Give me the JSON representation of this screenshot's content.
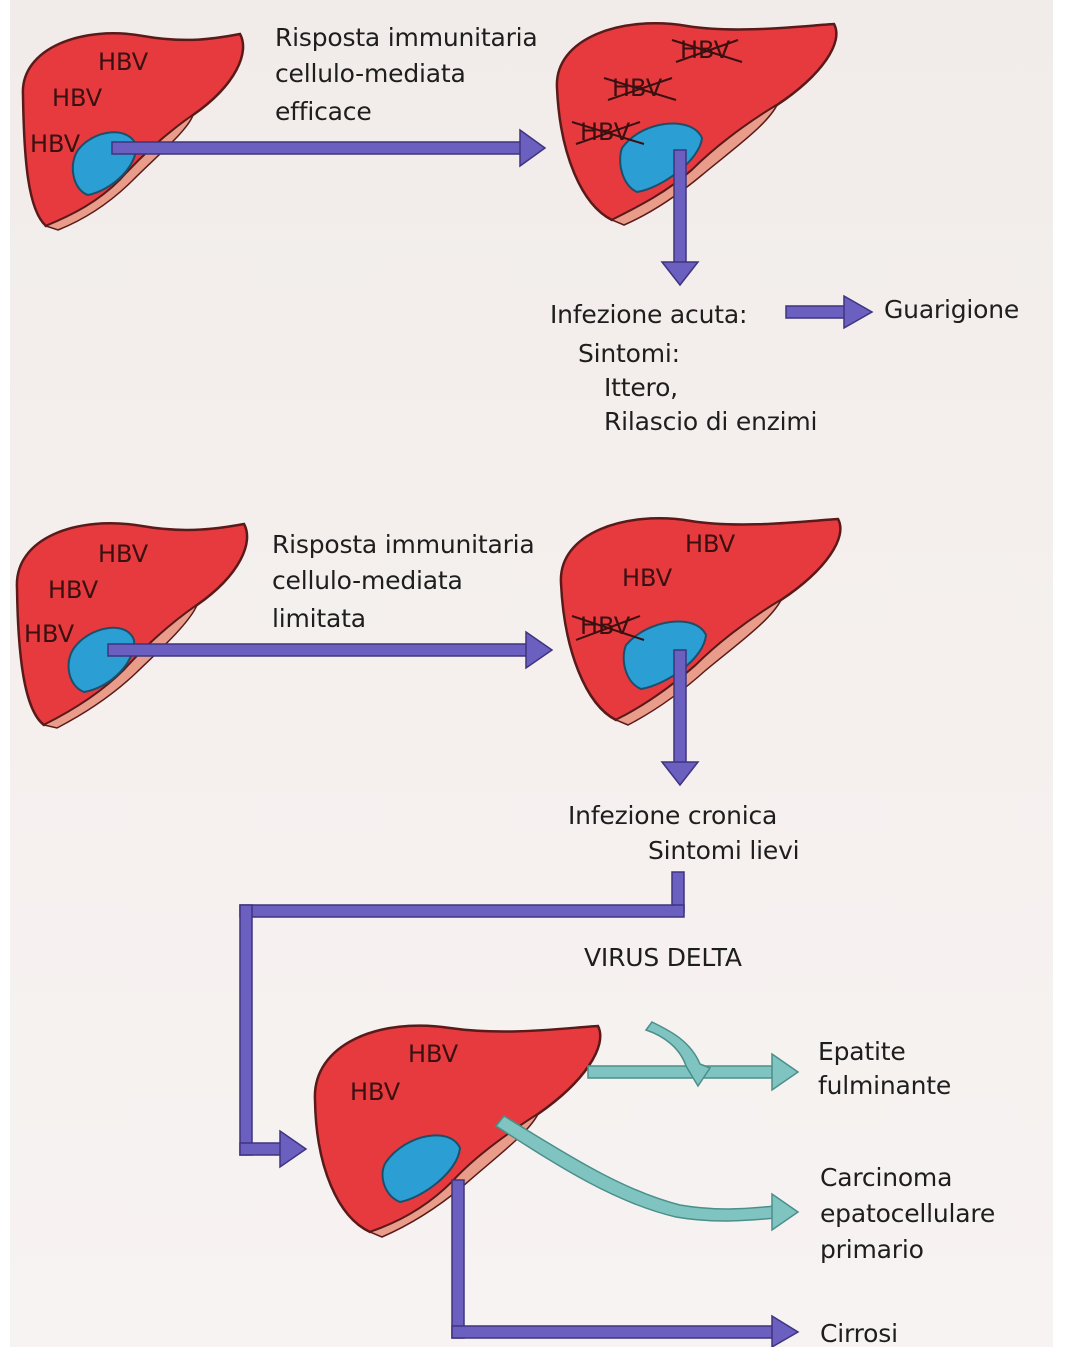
{
  "colors": {
    "liver": "#e63a3f",
    "liver_edge": "#5a1a1a",
    "liver_underside": "#e99c8a",
    "gallbladder": "#2b9ed3",
    "arrow_purple": "#6b5fc0",
    "arrow_purple_edge": "#3f347f",
    "arrow_teal": "#7fc4c0",
    "arrow_teal_edge": "#4a8f8a"
  },
  "virus_label": "HBV",
  "stage1": {
    "response_lines": [
      "Risposta immunitaria",
      "cellulo-mediata",
      "efficace"
    ],
    "outcome_line1": "Infezione acuta:",
    "outcome_line2": "Sintomi:",
    "outcome_line3": "Ittero,",
    "outcome_line4": "Rilascio di enzimi",
    "recovery": "Guarigione"
  },
  "stage2": {
    "response_lines": [
      "Risposta immunitaria",
      "cellulo-mediata",
      "limitata"
    ],
    "outcome_line1": "Infezione cronica",
    "outcome_line2": "Sintomi lievi"
  },
  "stage3": {
    "cofactor": "VIRUS DELTA",
    "outcomes": {
      "fulminant_line1": "Epatite",
      "fulminant_line2": "fulminante",
      "carcinoma_line1": "Carcinoma",
      "carcinoma_line2": "epatocellulare",
      "carcinoma_line3": "primario",
      "cirrhosis": "Cirrosi"
    }
  }
}
